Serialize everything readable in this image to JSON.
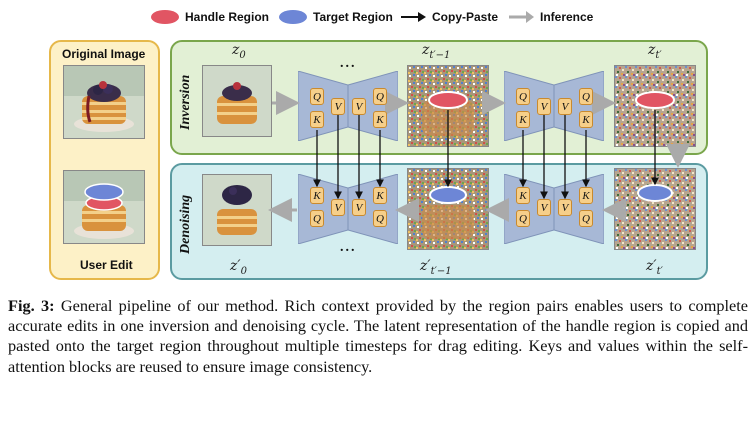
{
  "legend": {
    "handle": "Handle Region",
    "target": "Target Region",
    "copy": "Copy-Paste",
    "inference": "Inference"
  },
  "colors": {
    "handle": "#e15563",
    "target": "#6d86d6",
    "left_panel": "#fdf1c7",
    "inversion_panel": "#e2f0d5",
    "denoising_panel": "#d4eef0"
  },
  "left_panel": {
    "original_title": "Original Image",
    "user_edit_title": "User Edit"
  },
  "inversion": {
    "label": "Inversion",
    "z0": "z",
    "z0_sub": "0",
    "zt1": "z",
    "zt1_sub": "t′−1",
    "zt": "z",
    "zt_sub": "t′"
  },
  "denoising": {
    "label": "Denoising",
    "z0": "z′",
    "z0_sub": "0",
    "zt1": "z′",
    "zt1_sub": "t′−1",
    "zt": "z′",
    "zt_sub": "t′"
  },
  "blocks": {
    "q": "Q",
    "k": "K",
    "v": "V",
    "dots": "..."
  },
  "caption": {
    "label": "Fig. 3:",
    "text": " General pipeline of our method. Rich context provided by the region pairs enables users to complete accurate edits in one inversion and denoising cycle. The latent representation of the handle region is copied and pasted onto the target region throughout multiple timesteps for drag editing. Keys and values within the self-attention blocks are reused to ensure image consistency."
  }
}
